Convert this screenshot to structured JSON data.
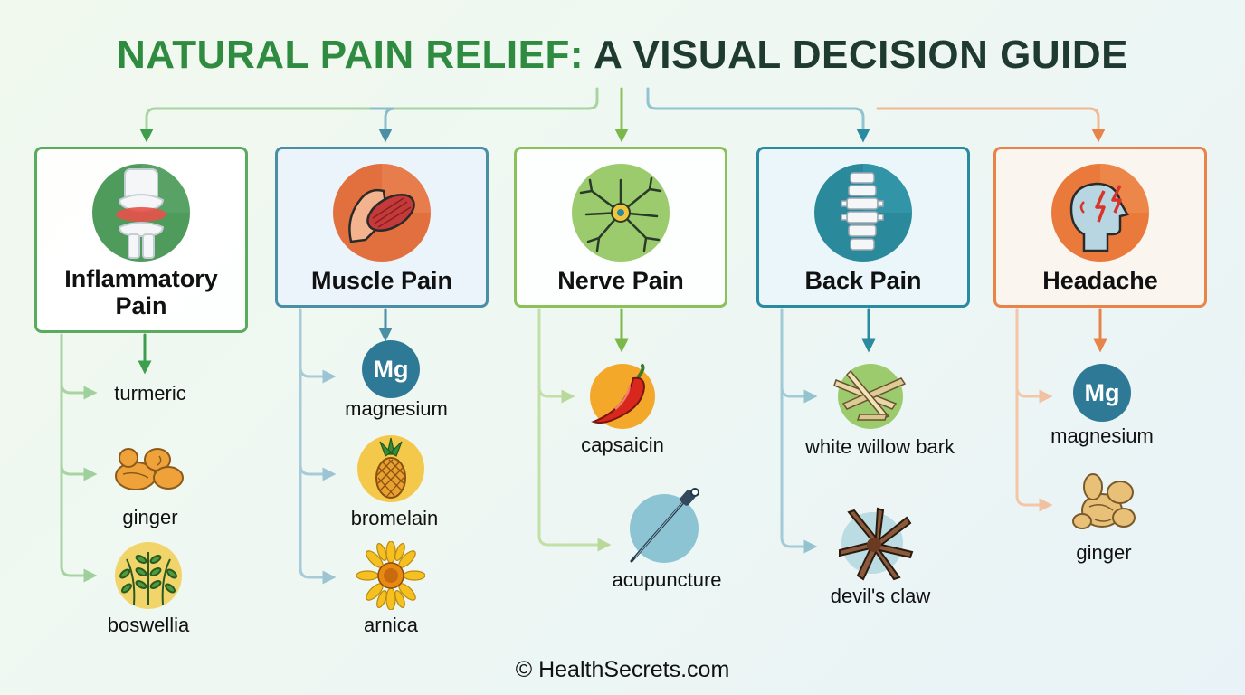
{
  "title": {
    "part1": "NATURAL PAIN RELIEF:",
    "part2": "A VISUAL DECISION GUIDE"
  },
  "colors": {
    "green": "#3d9e4d",
    "blue": "#5a9bb0",
    "lightgreen": "#8cc05a",
    "teal": "#2a8aa0",
    "orange": "#e8844a"
  },
  "categories": [
    {
      "label": "Inflammatory Pain",
      "icon": "joint-icon",
      "remedies": [
        {
          "label": "turmeric",
          "icon": ""
        },
        {
          "label": "ginger",
          "icon": "ginger-root-icon"
        },
        {
          "label": "boswellia",
          "icon": "boswellia-plant-icon"
        }
      ]
    },
    {
      "label": "Muscle Pain",
      "icon": "muscle-icon",
      "remedies": [
        {
          "label": "magnesium",
          "icon": "magnesium-icon",
          "symbol": "Mg"
        },
        {
          "label": "bromelain",
          "icon": "pineapple-icon"
        },
        {
          "label": "arnica",
          "icon": "arnica-flower-icon"
        }
      ]
    },
    {
      "label": "Nerve Pain",
      "icon": "neuron-icon",
      "remedies": [
        {
          "label": "capsaicin",
          "icon": "chili-pepper-icon"
        },
        {
          "label": "acupuncture",
          "icon": "acupuncture-needle-icon"
        }
      ]
    },
    {
      "label": "Back Pain",
      "icon": "spine-icon",
      "remedies": [
        {
          "label": "white willow bark",
          "icon": "willow-bark-icon"
        },
        {
          "label": "devil's claw",
          "icon": "devils-claw-root-icon"
        }
      ]
    },
    {
      "label": "Headache",
      "icon": "head-lightning-icon",
      "remedies": [
        {
          "label": "magnesium",
          "icon": "magnesium-icon",
          "symbol": "Mg"
        },
        {
          "label": "ginger",
          "icon": "ginger-root-icon"
        }
      ]
    }
  ],
  "footer": "© HealthSecrets.com"
}
